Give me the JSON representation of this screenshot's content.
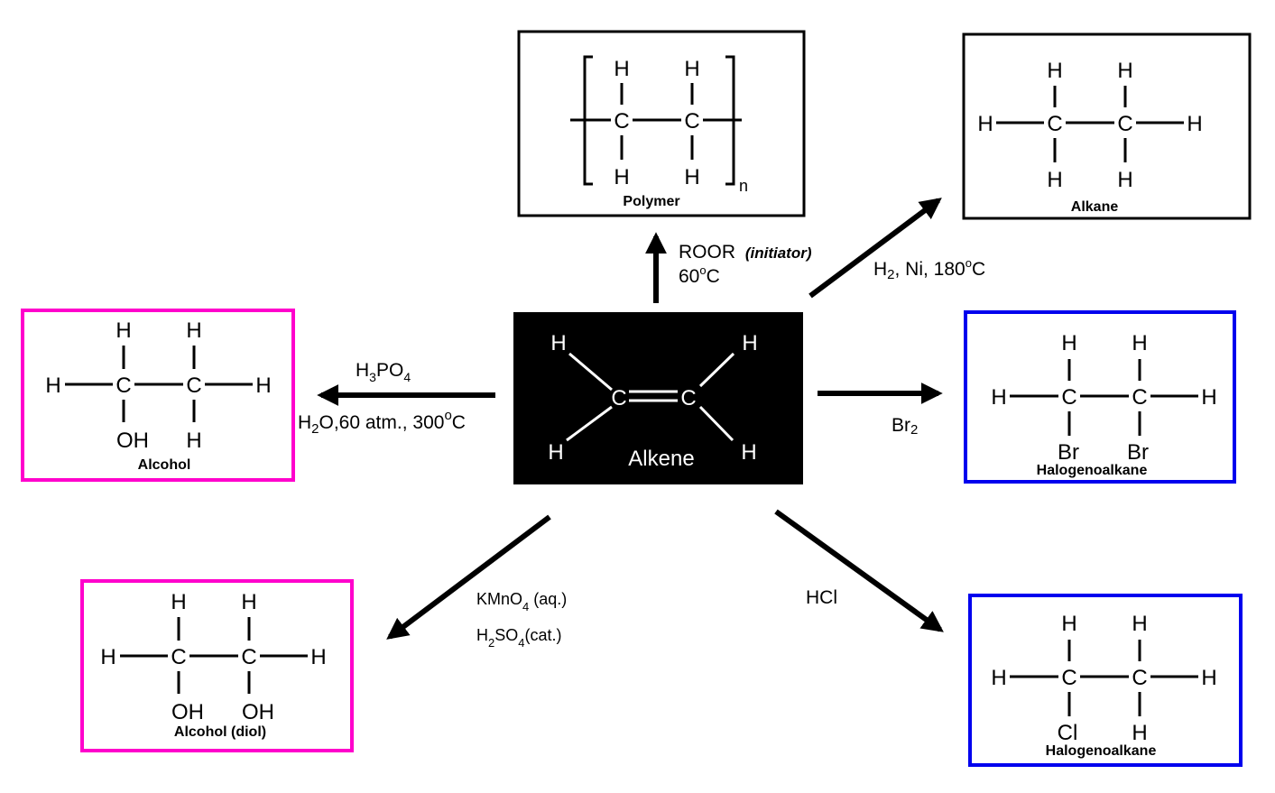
{
  "center": {
    "label": "Alkene",
    "atoms": {
      "h": "H",
      "c": "C"
    },
    "bg": "#000000"
  },
  "polymer": {
    "label": "Polymer",
    "subscript_n": "n",
    "atoms": {
      "h": "H",
      "c": "C"
    }
  },
  "alkane": {
    "label": "Alkane",
    "atoms": {
      "h": "H",
      "c": "C"
    }
  },
  "alcohol": {
    "label": "Alcohol",
    "atoms": {
      "h": "H",
      "c": "C",
      "oh": "OH"
    },
    "border": "#ff00cc"
  },
  "diol": {
    "label": "Alcohol (diol)",
    "atoms": {
      "h": "H",
      "c": "C",
      "oh": "OH"
    },
    "border": "#ff00cc"
  },
  "dibromo": {
    "label": "Halogenoalkane",
    "atoms": {
      "h": "H",
      "c": "C",
      "br": "Br"
    },
    "border": "#0000ee"
  },
  "chloro": {
    "label": "Halogenoalkane",
    "atoms": {
      "h": "H",
      "c": "C",
      "cl": "Cl"
    },
    "border": "#0000ee"
  },
  "conditions": {
    "polymer_reagent": "ROOR",
    "polymer_initiator": "(initiator)",
    "polymer_temp": "60",
    "polymer_temp_sup": "o",
    "polymer_temp_unit": "C",
    "alkane_h": "H",
    "alkane_h_sub": "2",
    "alkane_rest": ", Ni, 180",
    "alkane_sup": "o",
    "alkane_unit": "C",
    "hydration_h": "H",
    "hydration_h_sub": "3",
    "hydration_po": "PO",
    "hydration_po_sub": "4",
    "hydration_water_h": "H",
    "hydration_water_sub": "2",
    "hydration_water_rest": "O,60 atm., 300",
    "hydration_sup": "o",
    "hydration_unit": "C",
    "bromination_br": "Br",
    "bromination_sub": "2",
    "hcl": "HCl",
    "kmno4_main": "KMnO",
    "kmno4_sub": "4",
    "kmno4_rest": " (aq.)",
    "h2so4_h": "H",
    "h2so4_h_sub": "2",
    "h2so4_so": "SO",
    "h2so4_so_sub": "4",
    "h2so4_rest": "(cat.)"
  }
}
